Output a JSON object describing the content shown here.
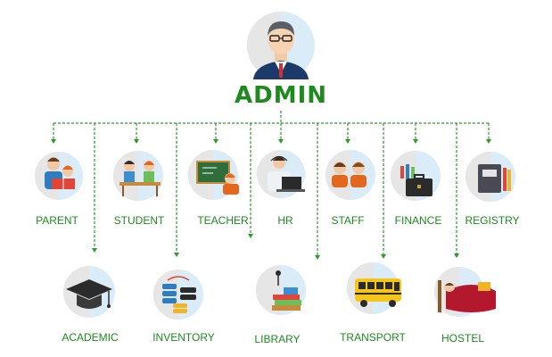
{
  "root": {
    "label": "ADMIN",
    "icon": "admin-avatar-icon"
  },
  "top_modules": [
    {
      "id": "parent",
      "label": "PARENT",
      "icon": "parent-child-icon"
    },
    {
      "id": "student",
      "label": "STUDENT",
      "icon": "student-desk-icon"
    },
    {
      "id": "teacher",
      "label": "TEACHER",
      "icon": "teacher-board-icon"
    },
    {
      "id": "hr",
      "label": "HR",
      "icon": "hr-laptop-icon"
    },
    {
      "id": "staff",
      "label": "STAFF",
      "icon": "staff-people-icon"
    },
    {
      "id": "finance",
      "label": "FINANCE",
      "icon": "finance-briefcase-icon"
    },
    {
      "id": "registry",
      "label": "REGISTRY",
      "icon": "registry-book-icon"
    }
  ],
  "bottom_modules": [
    {
      "id": "academic",
      "label": "ACADEMIC",
      "icon": "graduation-cap-icon"
    },
    {
      "id": "inventory",
      "label": "INVENTORY",
      "icon": "inventory-stack-icon"
    },
    {
      "id": "library",
      "label": "LIBRARY",
      "icon": "library-books-icon"
    },
    {
      "id": "transport",
      "label": "TRANSPORT",
      "icon": "school-bus-icon"
    },
    {
      "id": "hostel",
      "label": "HOSTEL",
      "icon": "hostel-bed-icon"
    }
  ],
  "colors": {
    "label": "#1e8a1e",
    "connector": "#2e9a2e",
    "circle_gray": "#e6e6e6",
    "circle_blue": "#d9ecf8"
  }
}
